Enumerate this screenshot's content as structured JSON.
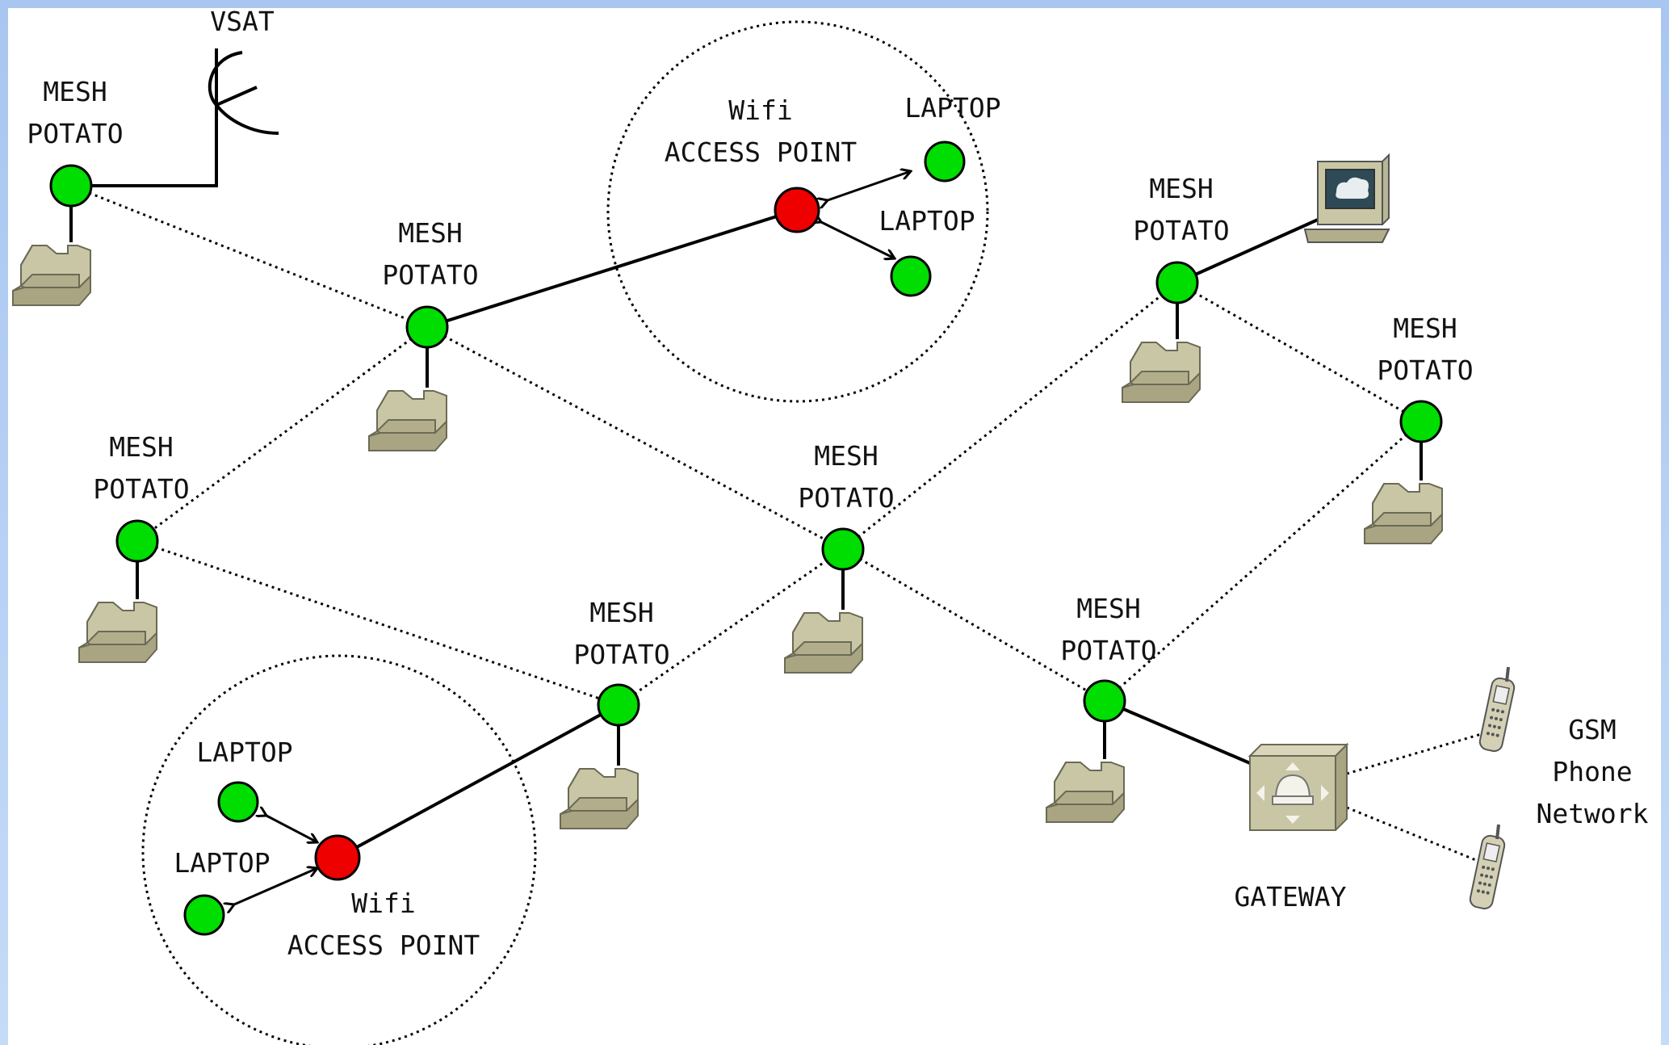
{
  "diagram": {
    "colors": {
      "mesh_node": "#00dd00",
      "access_point": "#ee0000",
      "background": "#ffffff",
      "frame": "#b3cdf2"
    },
    "vsat": {
      "label": "VSAT",
      "icon": "vsat-antenna-icon"
    },
    "mesh_potatoes": [
      {
        "id": "mp1",
        "label_line1": "MESH",
        "label_line2": "POTATO"
      },
      {
        "id": "mp2",
        "label_line1": "MESH",
        "label_line2": "POTATO"
      },
      {
        "id": "mp3",
        "label_line1": "MESH",
        "label_line2": "POTATO"
      },
      {
        "id": "mp4",
        "label_line1": "MESH",
        "label_line2": "POTATO"
      },
      {
        "id": "mp5",
        "label_line1": "MESH",
        "label_line2": "POTATO"
      },
      {
        "id": "mp6",
        "label_line1": "MESH",
        "label_line2": "POTATO"
      },
      {
        "id": "mp7",
        "label_line1": "MESH",
        "label_line2": "POTATO"
      },
      {
        "id": "mp8",
        "label_line1": "MESH",
        "label_line2": "POTATO"
      }
    ],
    "access_points": [
      {
        "id": "ap1",
        "label_line1": "Wifi",
        "label_line2": "ACCESS POINT",
        "laptops": [
          "LAPTOP",
          "LAPTOP"
        ]
      },
      {
        "id": "ap2",
        "label_line1": "Wifi",
        "label_line2": "ACCESS POINT",
        "laptops": [
          "LAPTOP",
          "LAPTOP"
        ]
      }
    ],
    "gateway": {
      "label": "GATEWAY",
      "icon": "gateway-phone-icon"
    },
    "gsm": {
      "label_line1": "GSM",
      "label_line2": "Phone",
      "label_line3": "Network",
      "icon": "mobile-phone-icon"
    },
    "computer": {
      "icon": "computer-icon"
    },
    "phone_icon": "desk-phone-icon"
  }
}
